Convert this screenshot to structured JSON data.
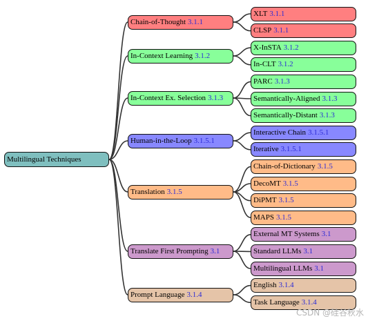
{
  "root": {
    "label": "Multilingual Techniques",
    "ref": ""
  },
  "branches": [
    {
      "label": "Chain-of-Thought",
      "ref": "3.1.1",
      "color": "#ff7f80",
      "children": [
        {
          "label": "XLT",
          "ref": "3.1.1"
        },
        {
          "label": "CLSP",
          "ref": "3.1.1"
        }
      ]
    },
    {
      "label": "In-Context Learning",
      "ref": "3.1.2",
      "color": "#88ff9a",
      "children": [
        {
          "label": "X-InSTA",
          "ref": "3.1.2"
        },
        {
          "label": "In-CLT",
          "ref": "3.1.2"
        }
      ]
    },
    {
      "label": "In-Context Ex. Selection",
      "ref": "3.1.3",
      "color": "#88ff9a",
      "children": [
        {
          "label": "PARC",
          "ref": "3.1.3"
        },
        {
          "label": "Semantically-Aligned",
          "ref": "3.1.3"
        },
        {
          "label": "Semantically-Distant",
          "ref": "3.1.3"
        }
      ]
    },
    {
      "label": "Human-in-the-Loop",
      "ref": "3.1.5.1",
      "color": "#8888ff",
      "children": [
        {
          "label": "Interactive Chain",
          "ref": "3.1.5.1"
        },
        {
          "label": "Iterative",
          "ref": "3.1.5.1"
        }
      ]
    },
    {
      "label": "Translation",
      "ref": "3.1.5",
      "color": "#ffbb88",
      "children": [
        {
          "label": "Chain-of-Dictionary",
          "ref": "3.1.5"
        },
        {
          "label": "DecoMT",
          "ref": "3.1.5"
        },
        {
          "label": "DiPMT",
          "ref": "3.1.5"
        },
        {
          "label": "MAPS",
          "ref": "3.1.5"
        }
      ]
    },
    {
      "label": "Translate First Prompting",
      "ref": "3.1",
      "color": "#cc99cc",
      "children": [
        {
          "label": "External MT Systems",
          "ref": "3.1"
        },
        {
          "label": "Standard LLMs",
          "ref": "3.1"
        },
        {
          "label": "Multilingual LLMs",
          "ref": "3.1"
        }
      ]
    },
    {
      "label": "Prompt Language",
      "ref": "3.1.4",
      "color": "#e5c4a8",
      "children": [
        {
          "label": "English",
          "ref": "3.1.4"
        },
        {
          "label": "Task Language",
          "ref": "3.1.4"
        }
      ]
    }
  ],
  "colors": {
    "root": "#7fbfbf",
    "edge": "#333333"
  },
  "watermark": "CSDN @硅谷秋水"
}
